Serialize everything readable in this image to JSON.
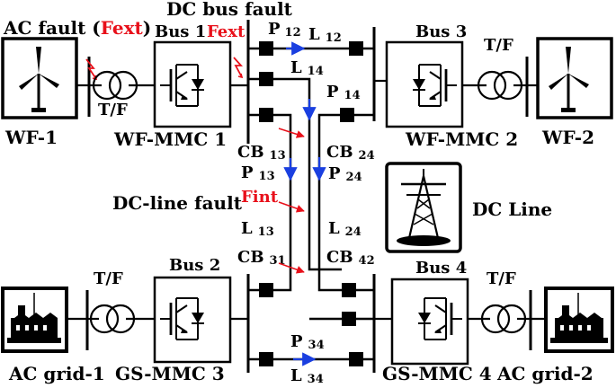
{
  "colors": {
    "fault": "#e8101a",
    "flow": "#1a3fe0",
    "line": "#000000"
  },
  "labels": {
    "ac_fault": "AC fault (",
    "ac_fault_f": "Fext",
    "ac_fault_close": ")",
    "dc_bus_fault": "DC bus fault",
    "bus1": "Bus 1",
    "bus1_fext": "Fext",
    "bus2": "Bus 2",
    "bus3": "Bus 3",
    "bus4": "Bus 4",
    "tf_wf1": "T/F",
    "tf_wf2": "T/F",
    "tf_grid1": "T/F",
    "tf_grid2": "T/F",
    "wf1": "WF-1",
    "wf2": "WF-2",
    "wf_mmc1": "WF-MMC 1",
    "wf_mmc2": "WF-MMC 2",
    "gs_mmc3": "GS-MMC 3",
    "gs_mmc4": "GS-MMC 4",
    "ac_grid1": "AC grid-1",
    "ac_grid2": "AC grid-2",
    "dc_line_fault": "DC-line fault",
    "fint": "Fint",
    "dc_line": "DC Line"
  },
  "network": {
    "P12": {
      "main": "P",
      "sub": "12"
    },
    "L12": {
      "main": "L",
      "sub": "12"
    },
    "L14": {
      "main": "L",
      "sub": "14"
    },
    "P14": {
      "main": "P",
      "sub": "14"
    },
    "CB13": {
      "main": "CB",
      "sub": "13"
    },
    "P13": {
      "main": "P",
      "sub": "13"
    },
    "CB24": {
      "main": "CB",
      "sub": "24"
    },
    "P24": {
      "main": "P",
      "sub": "24"
    },
    "L13": {
      "main": "L",
      "sub": "13"
    },
    "L24": {
      "main": "L",
      "sub": "24"
    },
    "CB31": {
      "main": "CB",
      "sub": "31"
    },
    "CB42": {
      "main": "CB",
      "sub": "42"
    },
    "P34": {
      "main": "P",
      "sub": "34"
    },
    "L34": {
      "main": "L",
      "sub": "34"
    }
  }
}
